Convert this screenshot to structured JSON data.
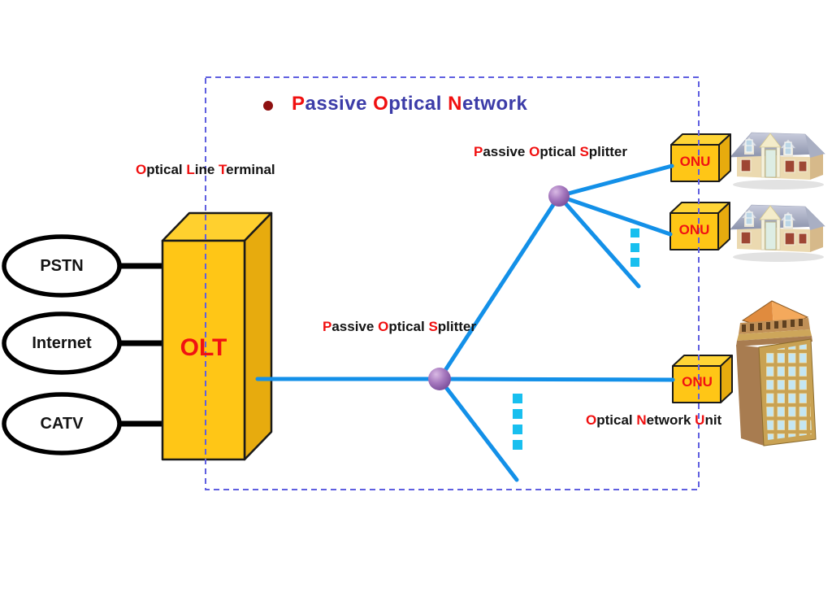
{
  "diagram": {
    "title": {
      "parts": [
        {
          "t": "P",
          "c": "r"
        },
        {
          "t": "assive "
        },
        {
          "t": "O",
          "c": "r"
        },
        {
          "t": "ptical "
        },
        {
          "t": "N",
          "c": "r"
        },
        {
          "t": "etwork"
        }
      ]
    },
    "captions": {
      "olt": {
        "parts": [
          {
            "t": "O",
            "c": "r"
          },
          {
            "t": "ptical "
          },
          {
            "t": "L",
            "c": "r"
          },
          {
            "t": "ine "
          },
          {
            "t": "T",
            "c": "r"
          },
          {
            "t": "erminal"
          }
        ]
      },
      "splitter_top": {
        "parts": [
          {
            "t": "P",
            "c": "r"
          },
          {
            "t": "assive "
          },
          {
            "t": "O",
            "c": "r"
          },
          {
            "t": "ptical "
          },
          {
            "t": "S",
            "c": "r"
          },
          {
            "t": "plitter"
          }
        ]
      },
      "splitter_mid": {
        "parts": [
          {
            "t": "P",
            "c": "r"
          },
          {
            "t": "assive "
          },
          {
            "t": "O",
            "c": "r"
          },
          {
            "t": "ptical "
          },
          {
            "t": "S",
            "c": "r"
          },
          {
            "t": "plitter"
          }
        ]
      },
      "onu": {
        "parts": [
          {
            "t": "O",
            "c": "r"
          },
          {
            "t": "ptical "
          },
          {
            "t": "N",
            "c": "r"
          },
          {
            "t": "etwork "
          },
          {
            "t": "U",
            "c": "r"
          },
          {
            "t": "nit"
          }
        ]
      }
    },
    "nodes": {
      "olt": {
        "label": "OLT"
      },
      "onu1": {
        "label": "ONU"
      },
      "onu2": {
        "label": "ONU"
      },
      "onu3": {
        "label": "ONU"
      },
      "services": [
        {
          "label": "PSTN"
        },
        {
          "label": "Internet"
        },
        {
          "label": "CATV"
        }
      ]
    },
    "colors": {
      "fiber_blue": "#1390E8",
      "ellipsis_cyan": "#18BFEF",
      "boundary_violet": "#5F5FE0",
      "device_gold_front": "#FFC616",
      "device_gold_top": "#FFD536",
      "device_gold_side": "#E7AB0E",
      "splitter_purple": "#8A5CA8",
      "label_red": "#F01010",
      "title_blue": "#3C3CA8",
      "bullet_dark_red": "#8E1111",
      "text_black": "#141414"
    }
  }
}
